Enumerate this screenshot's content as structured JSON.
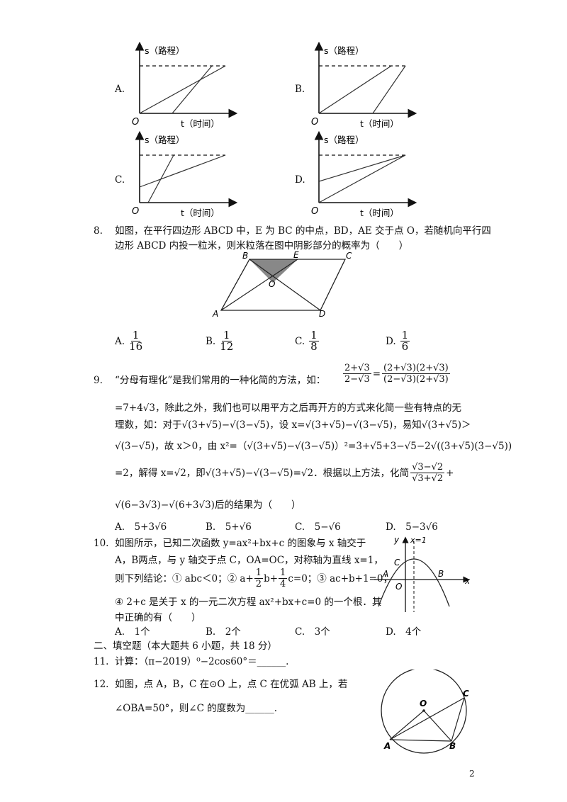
{
  "graphs": {
    "s_label": "s（路程）",
    "t_label": "t（时间）",
    "origin": "O",
    "options": [
      "A.",
      "B.",
      "C.",
      "D."
    ]
  },
  "q8": {
    "number": "8.",
    "line1": "如图，在平行四边形 ABCD 中，E 为 BC 的中点，BD，AE 交于点 O，若随机向平行四",
    "line2": "边形 ABCD 内投一粒米，则米粒落在图中阴影部分的概率为（　　）",
    "fig_labels": [
      "B",
      "E",
      "C",
      "O",
      "A",
      "D"
    ],
    "choices": [
      {
        "letter": "A.",
        "num": "1",
        "den": "16"
      },
      {
        "letter": "B.",
        "num": "1",
        "den": "12"
      },
      {
        "letter": "C.",
        "num": "1",
        "den": "8"
      },
      {
        "letter": "D.",
        "num": "1",
        "den": "6"
      }
    ]
  },
  "q9": {
    "number": "9.",
    "line1": "“分母有理化”是我们常用的一种化简的方法，如：",
    "frac1_num": "2+√3",
    "frac1_den": "2−√3",
    "frac2_num": "(2+√3)(2+√3)",
    "frac2_den": "(2−√3)(2+√3)",
    "line2": "=7+4√3，除此之外，我们也可以用平方之后再开方的方式来化简一些有特点的无",
    "line3": "理数，如：对于√(3+√5)−√(3−√5)，设 x=√(3+√5)−√(3−√5)，易知√(3+√5)＞",
    "line4": "√(3−√5)，故 x＞0，由 x²=（√(3+√5)−√(3−√5)）²=3+√5+3−√5−2√((3+√5)(3−√5))",
    "line5a": "=2，解得 x=√2，即√(3+√5)−√(3−√5)=√2．根据以上方法，化简",
    "frac3_num": "√3−√2",
    "frac3_den": "√3+√2",
    "line5b": "+",
    "line6": "√(6−3√3)−√(6+3√3)后的结果为（　　）",
    "choices": [
      "A.　5+3√6",
      "B.　5+√6",
      "C.　5−√6",
      "D.　5−3√6"
    ]
  },
  "q10": {
    "number": "10.",
    "line1": "如图所示，已知二次函数 y=ax²+bx+c 的图象与 x 轴交于",
    "line2": "A，B两点，与 y 轴交于点 C，OA=OC，对称轴为直线 x=1，",
    "line3a": "则下列结论：① abc＜0；② a+",
    "half_num": "1",
    "half_den": "2",
    "line3b": "b+",
    "quarter_num": "1",
    "quarter_den": "4",
    "line3c": "c=0；③ ac+b+1=0；",
    "line4": "④ 2+c 是关于 x 的一元二次方程 ax²+bx+c=0 的一个根．其",
    "line5": "中正确的有（　　）",
    "choices": [
      "A.　1个",
      "B.　2个",
      "C.　3个",
      "D.　4个"
    ],
    "fig_labels": {
      "y": "y",
      "axis": "x=1",
      "C": "C",
      "A": "A",
      "B": "B",
      "O": "O",
      "x": "x"
    }
  },
  "section2": {
    "title": "二、填空题（本大题共 6 小题，共 18 分）"
  },
  "q11": {
    "number": "11.",
    "text": "计算：（π−2019）⁰−2cos60°＝______."
  },
  "q12": {
    "number": "12.",
    "line1": "如图，点 A，B，C 在⊙O 上，点 C 在优弧 AB 上，若",
    "line2": "∠OBA=50°，则∠C 的度数为______.",
    "fig_labels": [
      "O",
      "C",
      "A",
      "B"
    ]
  },
  "page_number": "2"
}
